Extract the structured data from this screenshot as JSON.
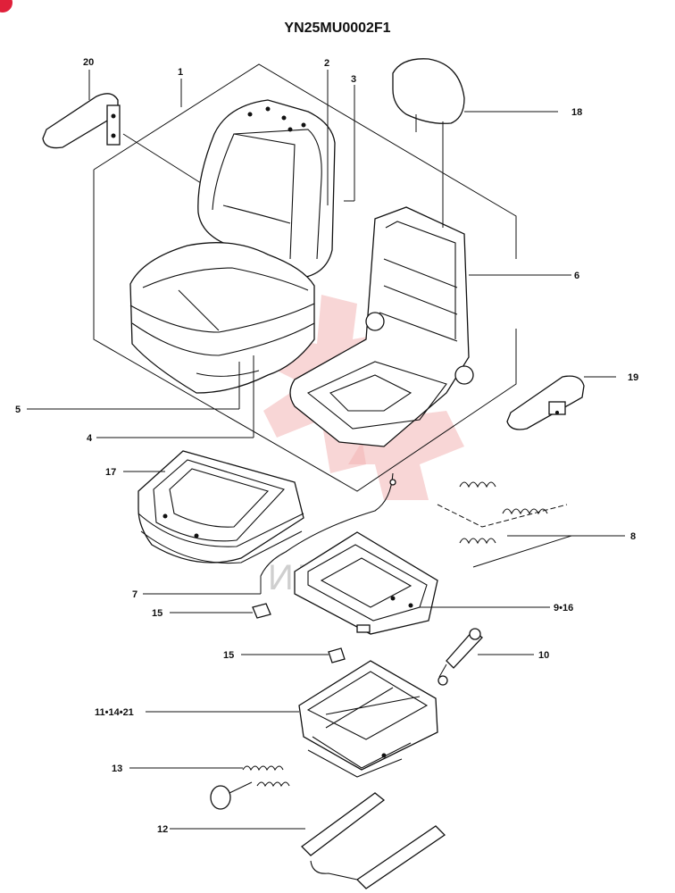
{
  "title": "YN25MU0002F1",
  "watermark_text": "ИПЕХ",
  "callouts": {
    "c1": "1",
    "c2": "2",
    "c3": "3",
    "c4": "4",
    "c5": "5",
    "c6": "6",
    "c7": "7",
    "c8": "8",
    "c9_16": "9•16",
    "c10": "10",
    "c11_14_21": "11•14•21",
    "c12": "12",
    "c13": "13",
    "c15a": "15",
    "c15b": "15",
    "c17": "17",
    "c18": "18",
    "c19": "19",
    "c20": "20"
  },
  "colors": {
    "line": "#111111",
    "watermark": "#f3b5b5",
    "badge": "#e0203a"
  }
}
